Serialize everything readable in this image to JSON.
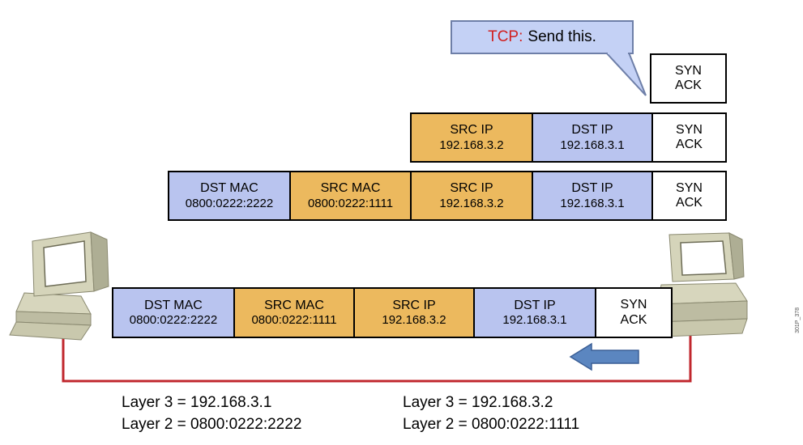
{
  "callout": {
    "protocol": "TCP:",
    "message": "Send this."
  },
  "fields": {
    "dst_mac": {
      "title": "DST MAC",
      "value": "0800:0222:2222"
    },
    "src_mac": {
      "title": "SRC MAC",
      "value": "0800:0222:1111"
    },
    "src_ip": {
      "title": "SRC IP",
      "value": "192.168.3.2"
    },
    "dst_ip": {
      "title": "DST IP",
      "value": "192.168.3.1"
    },
    "syn": "SYN",
    "ack": "ACK"
  },
  "hosts": {
    "left": {
      "layer3": "Layer 3 = 192.168.3.1",
      "layer2": "Layer 2 = 0800:0222:2222"
    },
    "right": {
      "layer3": "Layer 3 = 192.168.3.2",
      "layer2": "Layer 2 = 0800:0222:1111"
    }
  },
  "stamp": "301P_378",
  "colors": {
    "mac_ip_dst": "#b9c4ef",
    "mac_ip_src": "#ecb95e",
    "link": "#c0272d",
    "arrow": "#5b86c0",
    "tcp_label": "#d11f1f"
  }
}
